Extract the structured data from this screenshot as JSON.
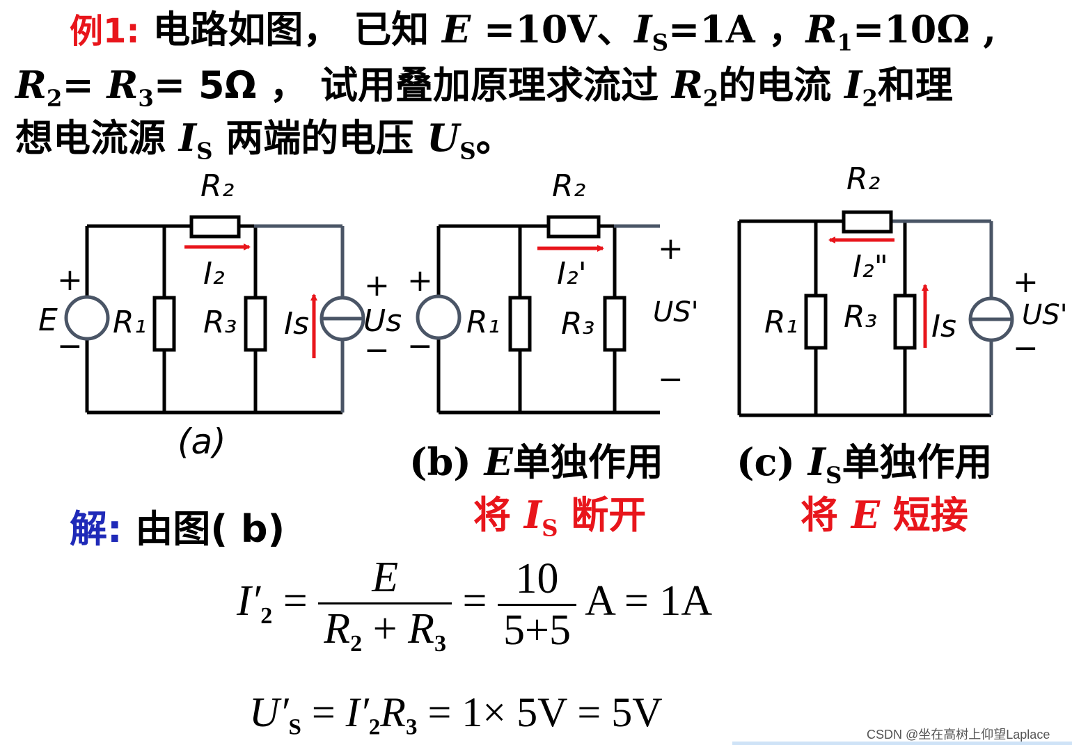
{
  "problem": {
    "tag": "例1:",
    "line1": {
      "t1": "电路如图， 已知 ",
      "E": "E",
      "t2": " =10V、",
      "I": "I",
      "Isub": "S",
      "t3": "=1A ，",
      "R1": "R",
      "R1sub": "1",
      "t4": "=10Ω ,"
    },
    "line2": {
      "R2": "R",
      "R2sub": "2",
      "t1": "= ",
      "R3": "R",
      "R3sub": "3",
      "t2": "= 5Ω ， 试用叠加原理求流过 ",
      "R2b": "R",
      "R2bsub": "2",
      "t3": "的电流 ",
      "I2": "I",
      "I2sub": "2",
      "t4": "和理"
    },
    "line3": {
      "t1": "想电流源 ",
      "I": "I",
      "Isub": "S",
      "t2": " 两端的电压 ",
      "U": "U",
      "Usub": "S",
      "t3": "。"
    }
  },
  "circuits": {
    "a": {
      "R2": "R₂",
      "I2": "I₂",
      "E": "E",
      "R1": "R₁",
      "R3": "R₃",
      "Is": "Is",
      "Us": "Us",
      "plus": "+",
      "minus": "−",
      "caption": "(a)"
    },
    "b": {
      "R2": "R₂",
      "I2": "I₂'",
      "R1": "R₁",
      "R3": "R₃",
      "Us": "US'",
      "plus": "+",
      "minus": "−",
      "caption_pre": "(b) ",
      "caption_E": "E",
      "caption_post": "单独作用",
      "note_pre": "将 ",
      "note_I": "I",
      "note_sub": "S",
      "note_post": " 断开"
    },
    "c": {
      "R2": "R₂",
      "I2": "I₂\"",
      "R1": "R₁",
      "R3": "R₃",
      "Is": "Is",
      "Us": "US'",
      "plus": "+",
      "minus": "−",
      "caption_pre": "(c) ",
      "caption_I": "I",
      "caption_sub": "S",
      "caption_post": "单独作用",
      "note_pre": "将 ",
      "note_E": "E",
      "note_post": " 短接"
    }
  },
  "solution": {
    "label": "解:",
    "text": " 由图( b)",
    "eq1": {
      "lhs": "I′",
      "lhs_sub": "2",
      "eq": "=",
      "num1": "E",
      "den1_a": "R",
      "den1_a_sub": "2",
      "den1_plus": "+",
      "den1_b": "R",
      "den1_b_sub": "3",
      "num2": "10",
      "den2": "5+5",
      "tail": "A = 1A"
    },
    "eq2": {
      "U": "U′",
      "U_sub": "S",
      "eq": "=",
      "I": "I′",
      "I_sub": "2",
      "R": "R",
      "R_sub": "3",
      "rest": "= 1× 5V = 5V"
    }
  },
  "watermark": "CSDN @坐在高树上仰望Laplace",
  "colors": {
    "wire": "#000000",
    "wire_gray": "#4a5566",
    "arrow": "#e8151b",
    "accent_blue": "#1f2ab8",
    "accent_red": "#e8151b"
  }
}
